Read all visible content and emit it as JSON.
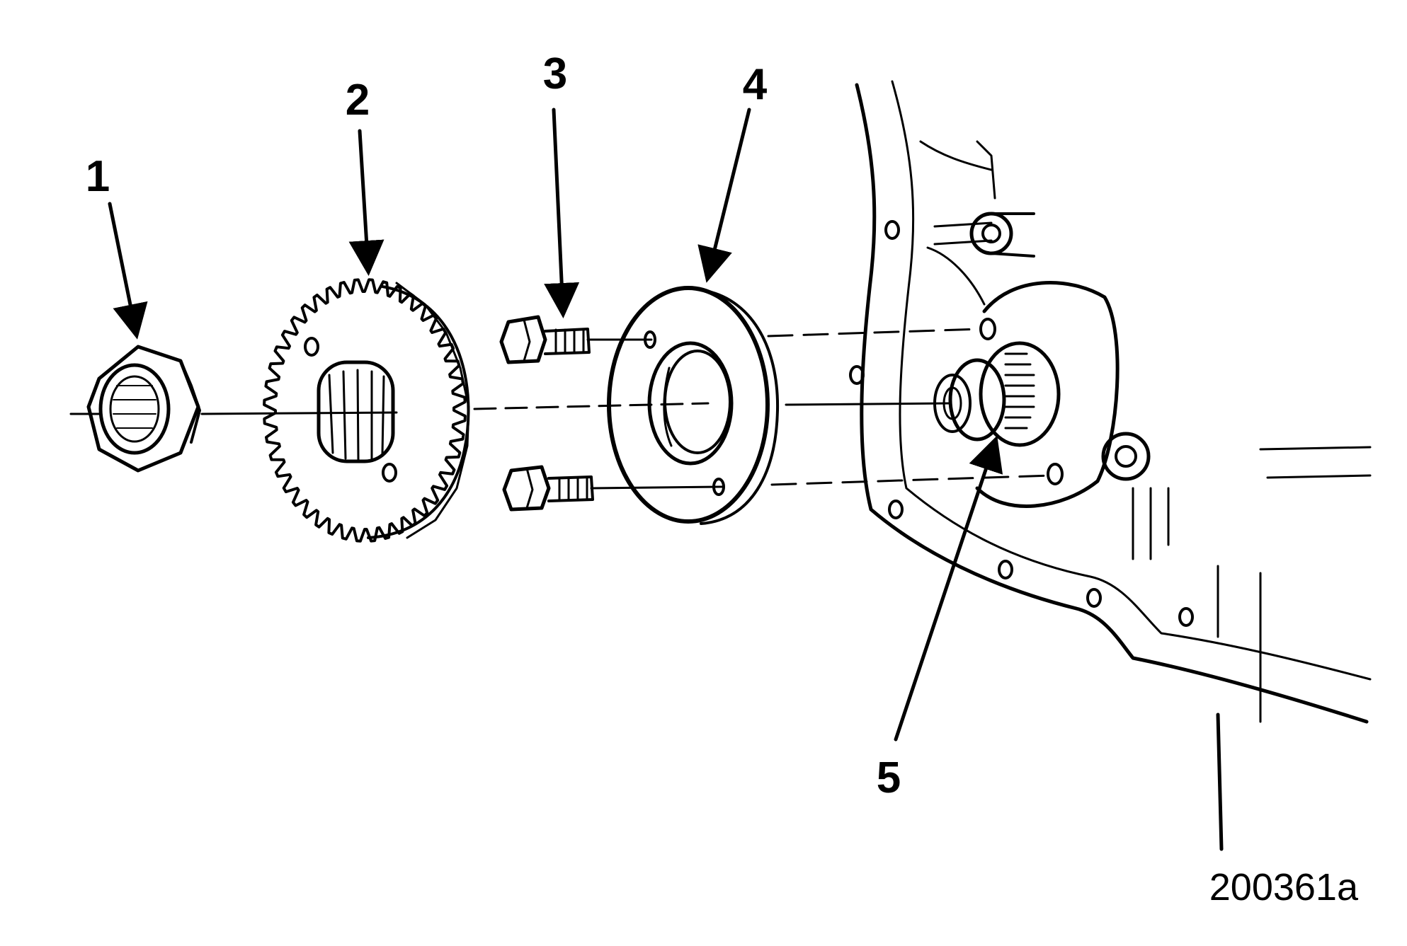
{
  "callouts": [
    {
      "id": "1",
      "label": "1"
    },
    {
      "id": "2",
      "label": "2"
    },
    {
      "id": "3",
      "label": "3"
    },
    {
      "id": "4",
      "label": "4"
    },
    {
      "id": "5",
      "label": "5"
    }
  ],
  "figure_number": "200361a",
  "colors": {
    "ink": "#000000",
    "paper": "#ffffff"
  }
}
